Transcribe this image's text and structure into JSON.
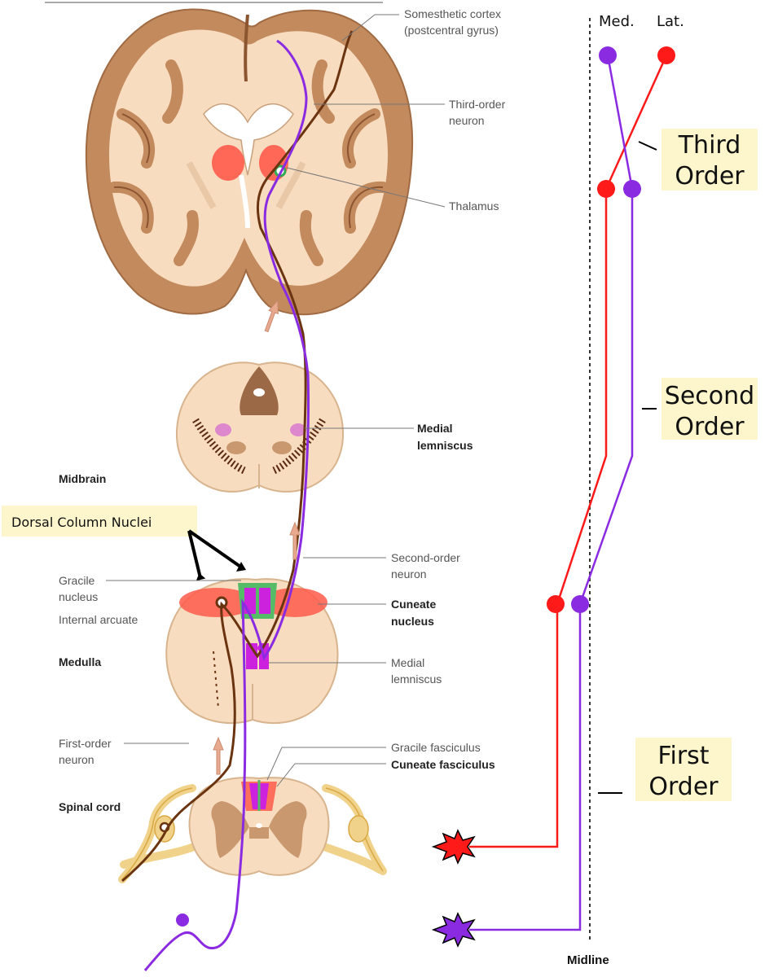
{
  "labels": {
    "somesthetic_line1": "Somesthetic cortex",
    "somesthetic_line2": "(postcentral gyrus)",
    "third_order_line1": "Third-order",
    "third_order_line2": "neuron",
    "thalamus": "Thalamus",
    "medial_lemniscus_top_line1": "Medial",
    "medial_lemniscus_top_line2": "lemniscus",
    "midbrain": "Midbrain",
    "dorsal_column_nuclei": "Dorsal Column Nuclei",
    "second_order_line1": "Second-order",
    "second_order_line2": "neuron",
    "gracile_nucleus_line1": "Gracile",
    "gracile_nucleus_line2": "nucleus",
    "internal_arcuate": "Internal arcuate",
    "cuneate_nucleus_line1": "Cuneate",
    "cuneate_nucleus_line2": "nucleus",
    "medulla": "Medulla",
    "medial_lemniscus_low_line1": "Medial",
    "medial_lemniscus_low_line2": "lemniscus",
    "first_order_line1": "First-order",
    "first_order_line2": "neuron",
    "gracile_fasciculus": "Gracile fasciculus",
    "cuneate_fasciculus": "Cuneate fasciculus",
    "spinal_cord": "Spinal cord"
  },
  "schematic": {
    "header_medial": "Med.",
    "header_lateral": "Lat.",
    "callout_third_line1": "Third",
    "callout_third_line2": "Order",
    "callout_second_line1": "Second",
    "callout_second_line2": "Order",
    "callout_first_line1": "First",
    "callout_first_line2": "Order",
    "midline": "Midline"
  },
  "colors": {
    "medial_pathway": "#8a2be2",
    "lateral_pathway": "#ff1a1a",
    "brain_light": "#f7dcbf",
    "brain_dark": "#bf8a5e",
    "brain_outline": "#a06a42",
    "nucleus_red": "#ff5a4a",
    "nucleus_magenta": "#cc22dd",
    "callout_fill": "#fdf6cc",
    "neuron_brown": "#6b3410"
  }
}
